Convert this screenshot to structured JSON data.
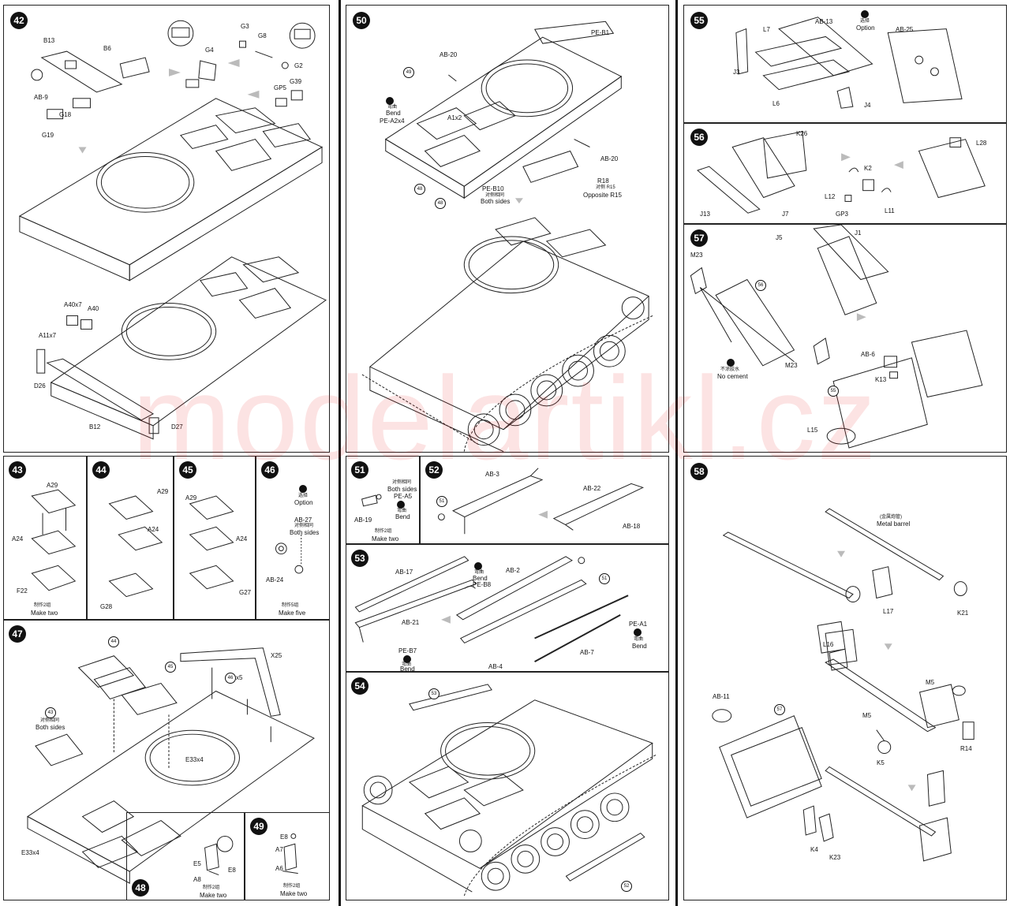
{
  "watermark": "modelartikl.cz",
  "steps": {
    "s42": {
      "num": "42",
      "labels": {
        "b13": "B13",
        "b6": "B6",
        "g3": "G3",
        "g8": "G8",
        "g4": "G4",
        "g2": "G2",
        "gp5": "GP5",
        "g39": "G39",
        "ab9": "AB-9",
        "g18": "G18",
        "g19": "G19",
        "a40x7": "A40x7",
        "a40": "A40",
        "a11x7": "A11x7",
        "d26": "D26",
        "b12": "B12",
        "d27": "D27"
      }
    },
    "s50": {
      "num": "50",
      "labels": {
        "peb1": "PE-B1",
        "ab20a": "AB-20",
        "bend_cjk": "弯曲",
        "bend": "Bend",
        "pea2x4": "PE-A2x4",
        "a1x2": "A1x2",
        "ab20b": "AB-20",
        "peb10": "PE-B10",
        "bothsides_cjk": "对侧相同",
        "bothsides": "Both sides",
        "r18": "R18",
        "r15_cjk": "对侧 R15",
        "oppr15": "Opposite R15"
      },
      "refs": {
        "r49": "49",
        "r48a": "48",
        "r48b": "48"
      }
    },
    "s55": {
      "num": "55",
      "labels": {
        "ab13": "AB-13",
        "opt_cjk": "选择",
        "option": "Option",
        "ab25": "AB-25",
        "l7": "L7",
        "j3": "J3",
        "l6": "L6",
        "j4": "J4"
      }
    },
    "s56": {
      "num": "56",
      "labels": {
        "k26": "K26",
        "l28": "L28",
        "k2": "K2",
        "l12": "L12",
        "gp3": "GP3",
        "l11": "L11",
        "j13": "J13",
        "j7": "J7"
      }
    },
    "s57": {
      "num": "57",
      "labels": {
        "m23a": "M23",
        "j5": "J5",
        "j1": "J1",
        "nocement_cjk": "不涂胶水",
        "nocement": "No cement",
        "m23b": "M23",
        "ab6": "AB-6",
        "k13": "K13",
        "l15": "L15"
      },
      "refs": {
        "r56": "56",
        "r55": "55"
      }
    },
    "s43": {
      "num": "43",
      "labels": {
        "a29": "A29",
        "a24": "A24",
        "f22": "F22",
        "maketwo_cjk": "制作2组",
        "maketwo": "Make two"
      }
    },
    "s44": {
      "num": "44",
      "labels": {
        "a29": "A29",
        "a24": "A24",
        "g28": "G28"
      }
    },
    "s45": {
      "num": "45",
      "labels": {
        "a29": "A29",
        "a24": "A24",
        "g27": "G27"
      }
    },
    "s46": {
      "num": "46",
      "labels": {
        "opt_cjk": "选择",
        "option": "Option",
        "ab27": "AB-27",
        "bothsides_cjk": "对侧相同",
        "bothsides": "Both sides",
        "ab24": "AB-24",
        "makefive_cjk": "制作5组",
        "makefive": "Make five"
      }
    },
    "s51": {
      "num": "51",
      "labels": {
        "bothsides_cjk": "对侧相同",
        "bothsides": "Both sides",
        "pea5": "PE-A5",
        "bend_cjk": "弯曲",
        "bend": "Bend",
        "ab19": "AB-19",
        "maketwo_cjk": "制作2组",
        "maketwo": "Make two"
      }
    },
    "s52": {
      "num": "52",
      "labels": {
        "ab3": "AB-3",
        "ab22": "AB-22",
        "ab18": "AB-18"
      },
      "refs": {
        "r51": "51"
      }
    },
    "s53": {
      "num": "53",
      "labels": {
        "ab17": "AB-17",
        "bend_cjk": "弯曲",
        "bend": "Bend",
        "peb8": "PE-B8",
        "ab2": "AB-2",
        "ab21": "AB-21",
        "peb7": "PE-B7",
        "bend2_cjk": "弯曲",
        "bend2": "Bend",
        "pea1": "PE-A1",
        "bend3_cjk": "弯曲",
        "bend3": "Bend",
        "ab7": "AB-7",
        "ab4": "AB-4"
      },
      "refs": {
        "r51": "51"
      }
    },
    "s54": {
      "num": "54",
      "refs": {
        "r53": "53",
        "r52": "52"
      }
    },
    "s47": {
      "num": "47",
      "labels": {
        "x25": "X25",
        "r46x5": "x5",
        "bothsides_cjk": "对侧相同",
        "bothsides": "Both sides",
        "e33x4a": "E33x4",
        "e33x4b": "E33x4"
      },
      "refs": {
        "r44": "44",
        "r45": "45",
        "r46": "46",
        "r43": "43"
      }
    },
    "s48": {
      "num": "48",
      "labels": {
        "e5": "E5",
        "a8": "A8",
        "e8": "E8",
        "maketwo_cjk": "制作2组",
        "maketwo": "Make two"
      }
    },
    "s49": {
      "num": "49",
      "labels": {
        "e8": "E8",
        "a7": "A7",
        "a6": "A6",
        "maketwo_cjk": "制作2组",
        "maketwo": "Make two"
      }
    },
    "s58": {
      "num": "58",
      "labels": {
        "metal_cjk": "(金属炮管)",
        "metal": "Metal barrel",
        "l17": "L17",
        "k21": "K21",
        "l16": "L16",
        "m5a": "M5",
        "m5b": "M5",
        "ab11": "AB-11",
        "k5": "K5",
        "r14": "R14",
        "k4": "K4",
        "k23": "K23"
      },
      "refs": {
        "r57": "57"
      }
    }
  }
}
